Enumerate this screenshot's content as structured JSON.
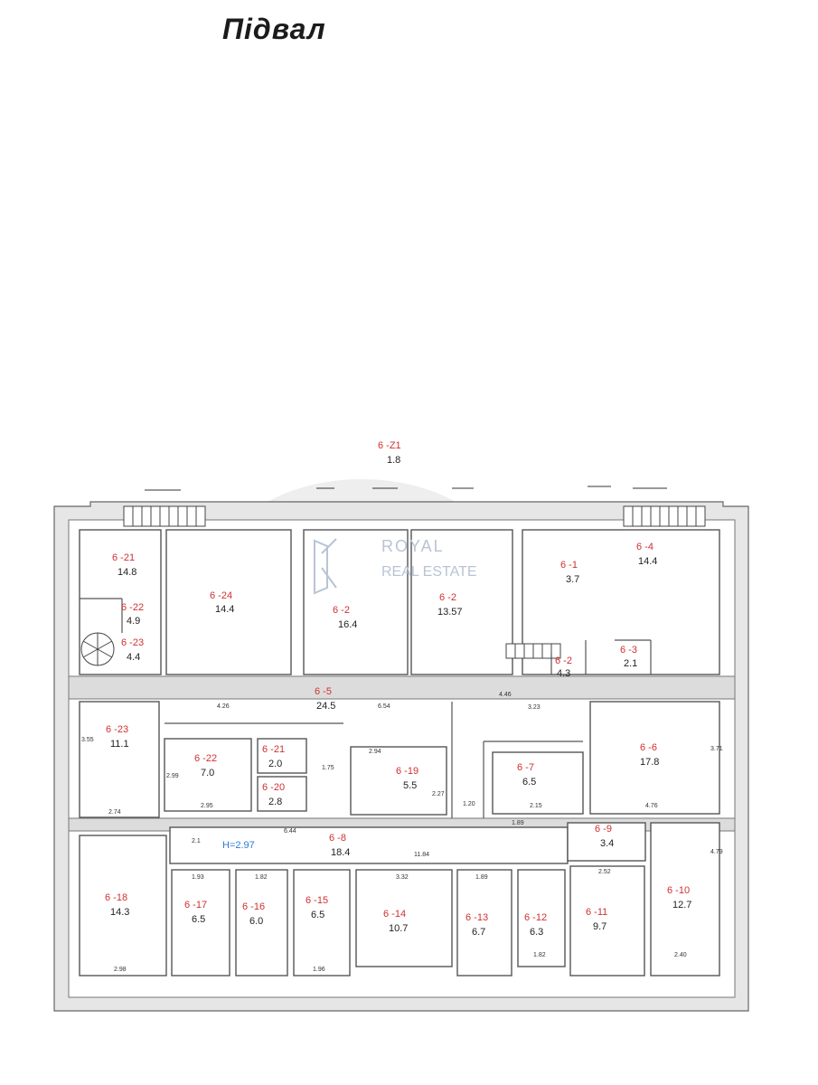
{
  "title": "Підвал",
  "watermark": {
    "line1": "ROYAL",
    "line2": "REAL ESTATE"
  },
  "height_label": "H=2.97",
  "rooms": [
    {
      "code": "6 -21",
      "area": "14.8"
    },
    {
      "code": "6 -24",
      "area": "14.4"
    },
    {
      "code": "6 -2",
      "area": "16.4"
    },
    {
      "code": "6 -2",
      "area": "13.57"
    },
    {
      "code": "6 -4",
      "area": "14.4"
    },
    {
      "code": "6 -1",
      "area": "3.7"
    },
    {
      "code": "6 -22",
      "area": "4.9"
    },
    {
      "code": "6 -23",
      "area": "4.4"
    },
    {
      "code": "6 -2",
      "area": "4.3"
    },
    {
      "code": "6 -3",
      "area": "2.1"
    },
    {
      "code": "6 -23",
      "area": "11.1"
    },
    {
      "code": "6 -5",
      "area": "24.5"
    },
    {
      "code": "6 -22",
      "area": "7.0"
    },
    {
      "code": "6 -21",
      "area": "2.0"
    },
    {
      "code": "6 -20",
      "area": "2.8"
    },
    {
      "code": "6 -19",
      "area": "5.5"
    },
    {
      "code": "6 -7",
      "area": "6.5"
    },
    {
      "code": "6 -6",
      "area": "17.8"
    },
    {
      "code": "6 -8",
      "area": "18.4"
    },
    {
      "code": "6 -9",
      "area": "3.4"
    },
    {
      "code": "6 -18",
      "area": "14.3"
    },
    {
      "code": "6 -17",
      "area": "6.5"
    },
    {
      "code": "6 -16",
      "area": "6.0"
    },
    {
      "code": "6 -15",
      "area": "6.5"
    },
    {
      "code": "6 -14",
      "area": "10.7"
    },
    {
      "code": "6 -13",
      "area": "6.7"
    },
    {
      "code": "6 -12",
      "area": "6.3"
    },
    {
      "code": "6 -11",
      "area": "9.7"
    },
    {
      "code": "6 -10",
      "area": "12.7"
    },
    {
      "code": "6 -Z1",
      "area": "1.8"
    }
  ],
  "dimensions": [
    "4.26",
    "6.54",
    "3.23",
    "2.74",
    "2.95",
    "1.75",
    "2.94",
    "2.15",
    "4.76",
    "1.20",
    "1.89",
    "6.44",
    "11.84",
    "1.93",
    "1.82",
    "3.32",
    "1.89",
    "2.52",
    "2.98",
    "1.96",
    "1.82",
    "2.40",
    "3.71",
    "4.79",
    "2.99",
    "3.55",
    "2.27",
    "4.46",
    "2.1"
  ]
}
